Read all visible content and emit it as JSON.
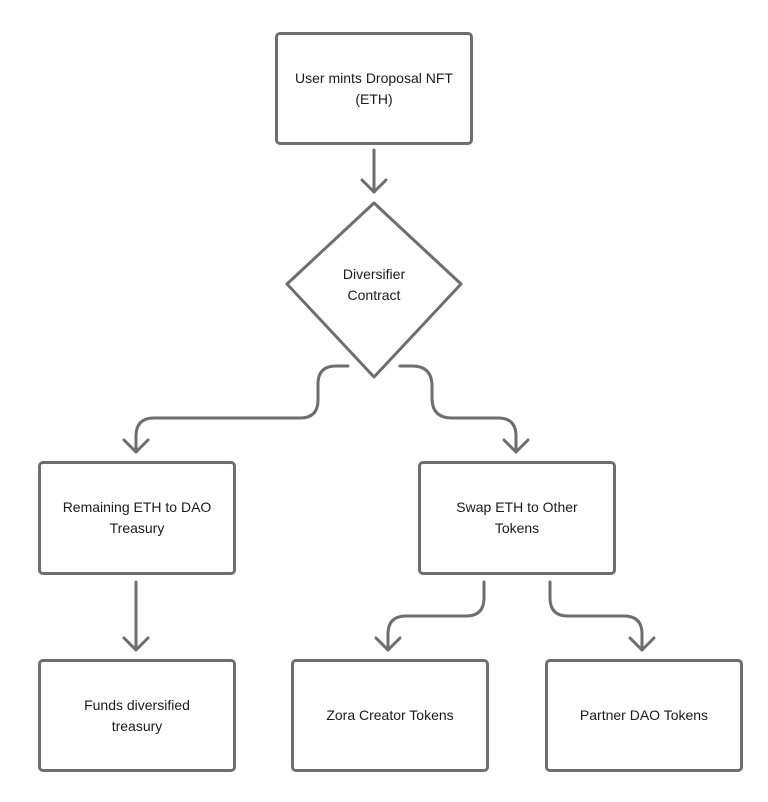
{
  "diagram": {
    "colors": {
      "stroke": "#6e6e6e",
      "text": "#1a1a1a",
      "background": "#ffffff"
    },
    "nodes": {
      "mint": {
        "label": "User mints Droposal NFT\n(ETH)"
      },
      "diversifier": {
        "label": "Diversifier\nContract"
      },
      "remaining": {
        "label": "Remaining ETH to DAO\nTreasury"
      },
      "swap": {
        "label": "Swap ETH to Other\nTokens"
      },
      "funds": {
        "label": "Funds diversified\ntreasury"
      },
      "zora": {
        "label": "Zora Creator Tokens"
      },
      "partner": {
        "label": "Partner DAO Tokens"
      }
    }
  }
}
